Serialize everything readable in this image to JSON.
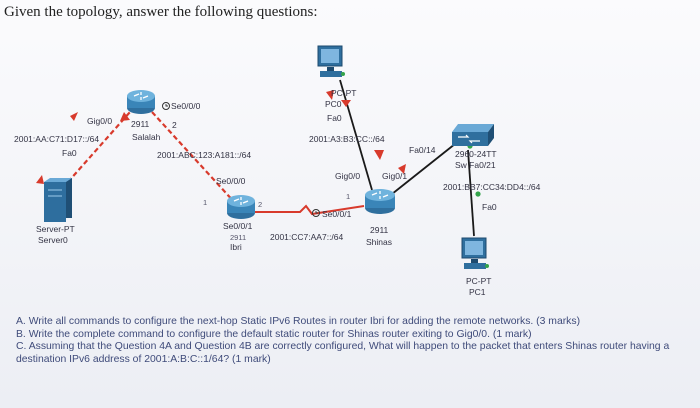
{
  "title": "Given the topology, answer the following questions:",
  "topology": {
    "salalah_g00": "Gig0/0",
    "salalah_s000": "Se0/0/0",
    "salalah_model": "2911",
    "salalah_two": "2",
    "salalah_name": "Salalah",
    "net_left": "2001:AA:C71:D17::/64",
    "server_fa0": "Fa0",
    "net_sal_ibri": "2001:ABC:123:A181::/64",
    "ibri_s000": "Se0/0/0",
    "ibri_one": "1",
    "ibri_two": "2",
    "ibri_s001": "Se0/0/1",
    "ibri_model": "2911",
    "ibri_name": "Ibri",
    "net_ibri_shinas": "2001:CC7:AA7::/64",
    "shinas_s001": "Se0/0/1",
    "shinas_one": "1",
    "shinas_g00": "Gig0/0",
    "shinas_g01": "Gig0/1",
    "shinas_model": "2911",
    "shinas_name": "Shinas",
    "pc0_model": "PC-PT",
    "pc0_name": "PC0",
    "pc0_fa0": "Fa0",
    "net_pc0": "2001:A3:B3:CC::/64",
    "switch_fa014": "Fa0/14",
    "switch_model": "2960-24TT",
    "switch_name_port": "Sw Fa0/21",
    "net_pc1": "2001:BB7:CC34:DD4::/64",
    "pc1_fa0": "Fa0",
    "server_model": "Server-PT",
    "server_name": "Server0",
    "pc1_model": "PC-PT",
    "pc1_name": "PC1"
  },
  "questions": {
    "a": "A. Write all commands to configure the next-hop Static IPv6 Routes in router Ibri for adding the remote networks. (3 marks)",
    "b": "B. Write the complete command to configure the default static router for Shinas router exiting to Gig0/0. (1 mark)",
    "c": "C. Assuming that the Question 4A and Question 4B are correctly configured, What will happen to the packet that enters Shinas router having a destination IPv6 address of 2001:A:B:C::1/64? (1 mark)"
  }
}
